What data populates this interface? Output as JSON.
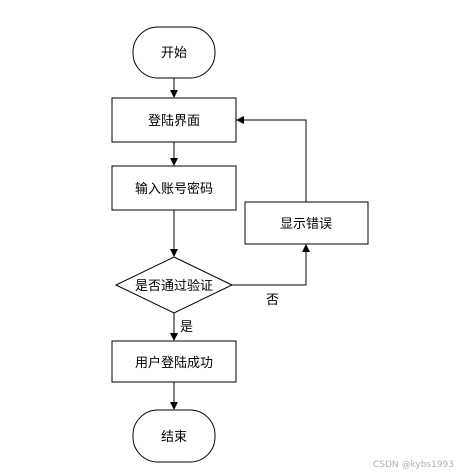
{
  "colors": {
    "stroke": "#000000",
    "fill": "#ffffff",
    "text": "#000000",
    "watermark": "#b0b0b0"
  },
  "nodes": {
    "start": {
      "label": "开始",
      "shape": "terminal"
    },
    "login_page": {
      "label": "登陆界面",
      "shape": "process"
    },
    "input_credentials": {
      "label": "输入账号密码",
      "shape": "process"
    },
    "show_error": {
      "label": "显示错误",
      "shape": "process"
    },
    "decision_verify": {
      "label": "是否通过验证",
      "shape": "decision"
    },
    "login_success": {
      "label": "用户登陆成功",
      "shape": "process"
    },
    "end": {
      "label": "结束",
      "shape": "terminal"
    }
  },
  "edges": {
    "yes_label": "是",
    "no_label": "否"
  },
  "watermark": "CSDN @kybs1993"
}
